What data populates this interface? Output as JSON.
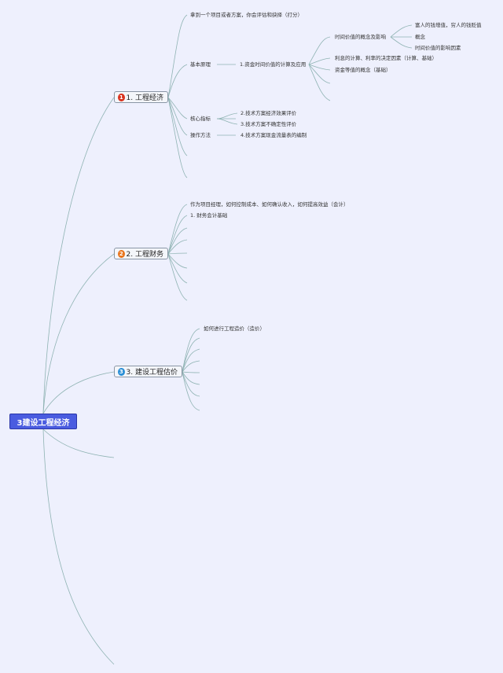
{
  "root": {
    "label": "3建设工程经济"
  },
  "branch1": {
    "number": "1",
    "badge_color": "#d9331f",
    "label": "1. 工程经济",
    "intro": "拿到一个项目或者方案，你会评估和抉择（打分）",
    "basic_principle": "基本原理",
    "topic1": "1.资金时间价值的计算及应用",
    "sub_time_value": "时间价值的概念及影响",
    "leaf_a": "富人的钱增值，穷人的钱贬值",
    "leaf_b": "概念",
    "leaf_c": "时间价值的影响因素",
    "sub_interest": "利息的计算、利率的决定因素（计算、基础）",
    "sub_equivalence": "资金等值的概念（基础）",
    "core_index": "核心指标",
    "topic2": "2.技术方案经济效果评价",
    "topic3": "3.技术方案不确定性评价",
    "operation": "操作方法",
    "topic4": "4.技术方案现金流量表的编制"
  },
  "branch2": {
    "number": "2",
    "badge_color": "#e8741c",
    "label": "2. 工程财务",
    "item1": "作为项目经理，如何控制成本、如何确认收入，如何提高效益（会计）",
    "item2": "1. 财务会计基础"
  },
  "branch3": {
    "number": "3",
    "badge_color": "#2b8fd6",
    "label": "3. 建设工程估价",
    "item1": "如何进行工程造价（造价）"
  },
  "colors": {
    "background": "#eef0fd",
    "root": "#4a5ce0",
    "line": "#8fb3b3"
  }
}
